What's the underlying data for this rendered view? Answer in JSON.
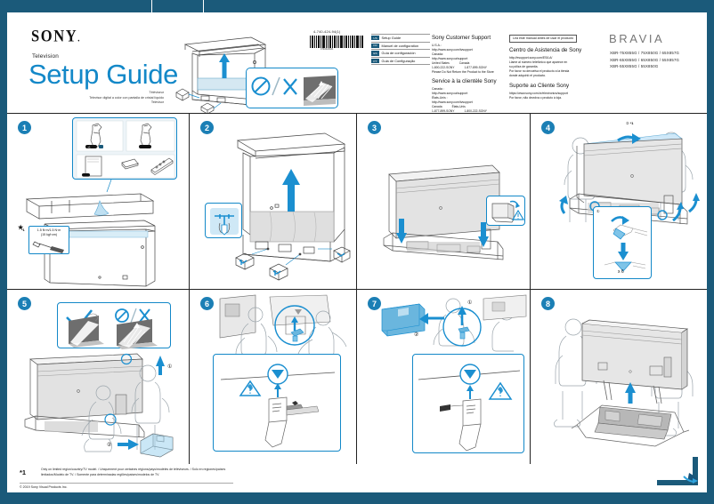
{
  "document": {
    "brand": "SONY",
    "brand_dot": ".",
    "category": "Television",
    "title": "Setup Guide",
    "subtitles": "Téléviseur\nTelevisor digital a color con pantalla de cristal líquido\nTelevisor",
    "part_number": "4-740-424-94(1)",
    "barcode_number": "4740424941",
    "copyright": "© 2019 Sony Visual Products Inc."
  },
  "languages": [
    {
      "code": "US",
      "label": "Setup Guide"
    },
    {
      "code": "FR",
      "label": "Manuel de configuration"
    },
    {
      "code": "ES",
      "label": "Guía de configuración"
    },
    {
      "code": "PT",
      "label": "Guia de Configuração"
    }
  ],
  "support": {
    "us": {
      "heading": "Sony Customer Support",
      "region1": "U.S.A.:",
      "url1": "http://www.sony.com/tvsupport",
      "region2": "Canada:",
      "url2": "http://www.sony.ca/support",
      "phone_label_1": "United States",
      "phone_label_2": "Canada",
      "phone_1": "1-800-222-SONY",
      "phone_2": "1-877-899-SONY",
      "note": "Please Do Not Return the Product to the Store"
    },
    "fr": {
      "heading": "Service à la clientèle Sony",
      "region1": "Canada :",
      "url1": "http://www.sony.ca/support",
      "region2": "États-Unis :",
      "url2": "http://www.sony.com/tvsupport",
      "phone_label_1": "Canada",
      "phone_label_2": "États-Unis",
      "phone_1": "1-877-899-SONY",
      "phone_2": "1-800-222-SONY",
      "note": "Ne retournez pas le produit au magasin"
    },
    "read_first": "Lea este manual antes de usar el producto",
    "es": {
      "heading": "Centro de Asistencia de Sony",
      "url1": "http://esupport.sony.com/ES/LA/",
      "line1": "Llame al número telefónico que aparece en",
      "line2": "su póliza de garantía.",
      "line3": "Por favor no devuelva el producto a la tienda",
      "line4": "donde adquirió el producto."
    },
    "pt": {
      "heading": "Suporte ao Cliente Sony",
      "url1": "https://www.sony.com.br/electronics/support",
      "line1": "Por favor, não devolva o produto à loja."
    }
  },
  "product": {
    "brand_line": "BRAVIA",
    "models": [
      "XBR-75X855G / 75X850G / 65X857G",
      "XBR-65X855G / 65X850G / 55X857G",
      "XBR-55X855G / 55X850G"
    ]
  },
  "steps": [
    {
      "number": "1",
      "name": "unpack-accessories"
    },
    {
      "number": "2",
      "name": "remove-carton-clips"
    },
    {
      "number": "3",
      "name": "press-down-panel"
    },
    {
      "number": "4",
      "name": "lift-tv-two-people"
    },
    {
      "number": "5",
      "name": "hold-bezel-correctly"
    },
    {
      "number": "6",
      "name": "attach-left-stand"
    },
    {
      "number": "7",
      "name": "attach-right-stand"
    },
    {
      "number": "8",
      "name": "place-tv-on-stand"
    }
  ],
  "annotations": {
    "torque_line1": "1.5 N·m/1.5 N·m",
    "torque_line2": "(15 kgf·cm)",
    "torque_star": "*1",
    "screw_count": "x 6",
    "step4_star": "*1",
    "step4_sub": "②",
    "step4_inset_num": "①",
    "step5_num1": "①",
    "step5_num2": "②",
    "step7_num1": "①",
    "step7_num2": "②",
    "check_mark": "✓",
    "prohibit_slash": "/"
  },
  "footnote": {
    "star": "*1",
    "text": "Only on limited region/country/TV model. / Uniquement pour certaines régions/pays/modèles de téléviseurs. / Solo en regiones/países limitados/Modelo de TV. / Somente para determinadas regiões/países/modelos de TV."
  }
}
